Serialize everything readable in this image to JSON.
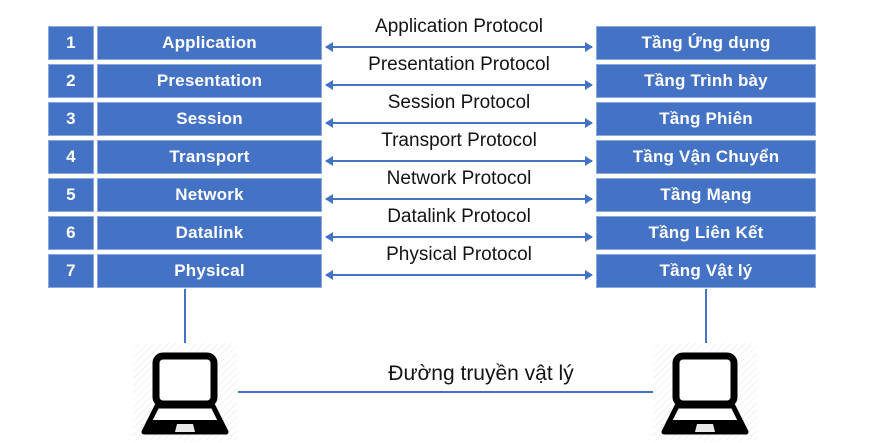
{
  "osi": {
    "layers": [
      {
        "num": "1",
        "name_en": "Application",
        "name_vi": "Tầng Ứng dụng",
        "protocol": "Application Protocol"
      },
      {
        "num": "2",
        "name_en": "Presentation",
        "name_vi": "Tầng Trình bày",
        "protocol": "Presentation Protocol"
      },
      {
        "num": "3",
        "name_en": "Session",
        "name_vi": "Tầng Phiên",
        "protocol": "Session Protocol"
      },
      {
        "num": "4",
        "name_en": "Transport",
        "name_vi": "Tầng Vận Chuyển",
        "protocol": "Transport Protocol"
      },
      {
        "num": "5",
        "name_en": "Network",
        "name_vi": "Tầng Mạng",
        "protocol": "Network Protocol"
      },
      {
        "num": "6",
        "name_en": "Datalink",
        "name_vi": "Tầng Liên Kết",
        "protocol": "Datalink Protocol"
      },
      {
        "num": "7",
        "name_en": "Physical",
        "name_vi": "Tầng Vật lý",
        "protocol": "Physical Protocol"
      }
    ],
    "physical_link_label": "Đường truyền vật lý",
    "icons": {
      "left_endpoint": "laptop-icon",
      "right_endpoint": "laptop-icon"
    },
    "colors": {
      "box_fill": "#4472C4",
      "box_border": "#8AA7E0",
      "box_text": "#FFFFFF",
      "arrow": "#4472C4",
      "label_text": "#131313",
      "laptop": "#000000"
    }
  }
}
